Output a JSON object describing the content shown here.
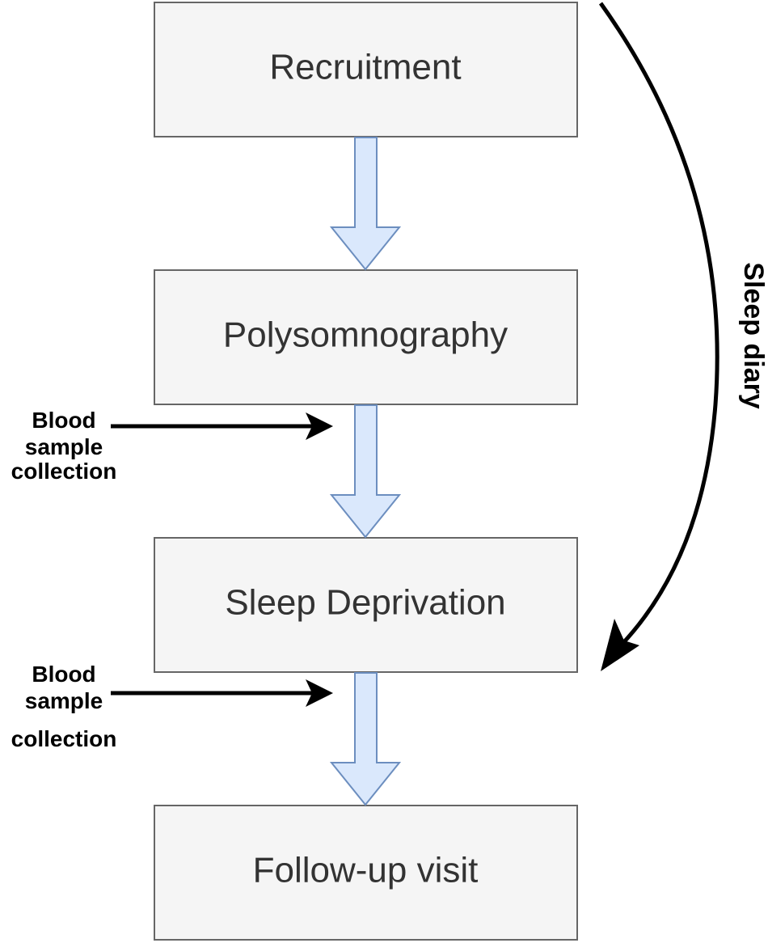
{
  "steps": [
    "Recruitment",
    "Polysomnography",
    "Sleep Deprivation",
    "Follow-up visit"
  ],
  "side_annotations": [
    {
      "lines": [
        "Blood",
        "sample",
        "collection"
      ]
    },
    {
      "lines": [
        "Blood",
        "sample",
        "collection"
      ]
    }
  ],
  "sleep_diary_label": "Sleep diary",
  "colors": {
    "box_fill": "#f5f5f5",
    "box_stroke": "#666666",
    "arrow_fill": "#dae8fc",
    "arrow_stroke": "#6c8ebf",
    "text": "#333333"
  }
}
